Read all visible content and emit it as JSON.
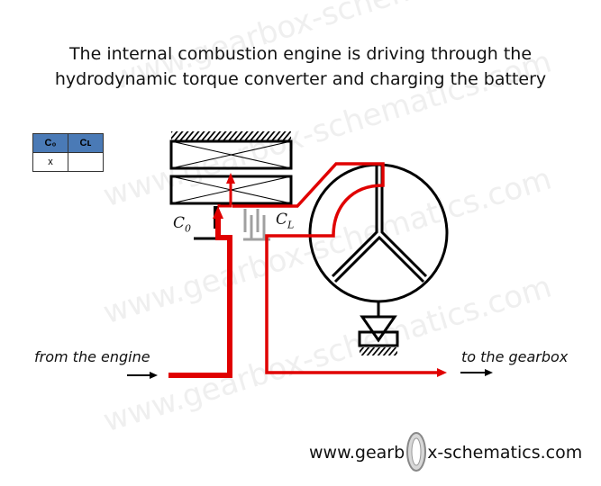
{
  "title": {
    "line1": "The internal combustion engine is driving through the",
    "line2": "hydrodynamic torque converter and charging the battery"
  },
  "shift_table": {
    "headers": [
      "C₀",
      "Cʟ"
    ],
    "rows": [
      [
        "x",
        ""
      ]
    ]
  },
  "labels": {
    "clutch_c0": "C",
    "clutch_c0_sub": "0",
    "clutch_cl": "C",
    "clutch_cl_sub": "L",
    "input": "from the engine",
    "output": "to the gearbox"
  },
  "footer": {
    "left": "www.gearb",
    "right": "x-schematics.com"
  },
  "watermark": "www.gearbox-schematics.com",
  "colors": {
    "power_flow": "#e00000",
    "table_header": "#4a7ab6",
    "clutch_open": "#a0a0a0"
  }
}
